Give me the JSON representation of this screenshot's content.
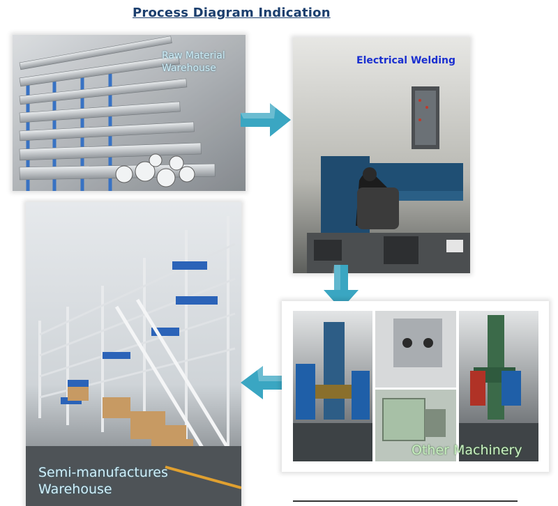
{
  "title": "Process Diagram Indication",
  "steps": {
    "raw_material": {
      "line1": "Raw Material",
      "line2": "Warehouse"
    },
    "welding": {
      "label": "Electrical Welding"
    },
    "machinery": {
      "label": "Other Machinery"
    },
    "semi": {
      "line1": "Semi-manufactures",
      "line2": "Warehouse"
    }
  },
  "colors": {
    "title": "#1c3f6e",
    "arrow": "#3aa6c2",
    "welding_label": "#1a2fd0",
    "caption_light": "#cfeef8"
  },
  "icons": {
    "arrow_right": "arrow-right-icon",
    "arrow_down": "arrow-down-icon",
    "arrow_left": "arrow-left-icon"
  }
}
